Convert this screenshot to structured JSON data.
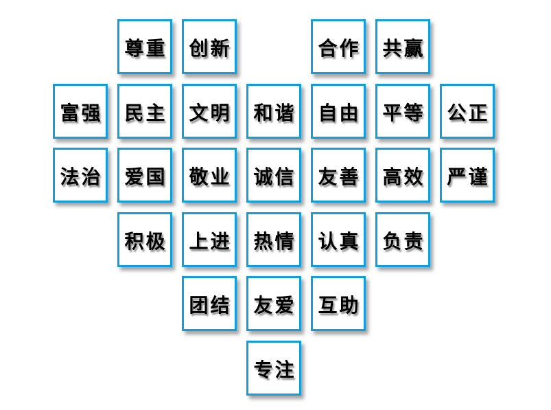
{
  "board": {
    "name": "values-word-heart",
    "shape": "heart-arrangement-of-word-cards",
    "colors": {
      "background": "#ffffff",
      "tile_border": "#129edb",
      "tile_fill": "#ffffff",
      "tile_text": "#000000"
    }
  },
  "tiles": [
    {
      "row": 0,
      "col": 1,
      "label": "尊重"
    },
    {
      "row": 0,
      "col": 2,
      "label": "创新"
    },
    {
      "row": 0,
      "col": 4,
      "label": "合作"
    },
    {
      "row": 0,
      "col": 5,
      "label": "共赢"
    },
    {
      "row": 1,
      "col": 0,
      "label": "富强"
    },
    {
      "row": 1,
      "col": 1,
      "label": "民主"
    },
    {
      "row": 1,
      "col": 2,
      "label": "文明"
    },
    {
      "row": 1,
      "col": 3,
      "label": "和谐"
    },
    {
      "row": 1,
      "col": 4,
      "label": "自由"
    },
    {
      "row": 1,
      "col": 5,
      "label": "平等"
    },
    {
      "row": 1,
      "col": 6,
      "label": "公正"
    },
    {
      "row": 2,
      "col": 0,
      "label": "法治"
    },
    {
      "row": 2,
      "col": 1,
      "label": "爱国"
    },
    {
      "row": 2,
      "col": 2,
      "label": "敬业"
    },
    {
      "row": 2,
      "col": 3,
      "label": "诚信"
    },
    {
      "row": 2,
      "col": 4,
      "label": "友善"
    },
    {
      "row": 2,
      "col": 5,
      "label": "高效"
    },
    {
      "row": 2,
      "col": 6,
      "label": "严谨"
    },
    {
      "row": 3,
      "col": 1,
      "label": "积极"
    },
    {
      "row": 3,
      "col": 2,
      "label": "上进"
    },
    {
      "row": 3,
      "col": 3,
      "label": "热情"
    },
    {
      "row": 3,
      "col": 4,
      "label": "认真"
    },
    {
      "row": 3,
      "col": 5,
      "label": "负责"
    },
    {
      "row": 4,
      "col": 2,
      "label": "团结"
    },
    {
      "row": 4,
      "col": 3,
      "label": "友爱"
    },
    {
      "row": 4,
      "col": 4,
      "label": "互助"
    },
    {
      "row": 5,
      "col": 3,
      "label": "专注"
    }
  ]
}
